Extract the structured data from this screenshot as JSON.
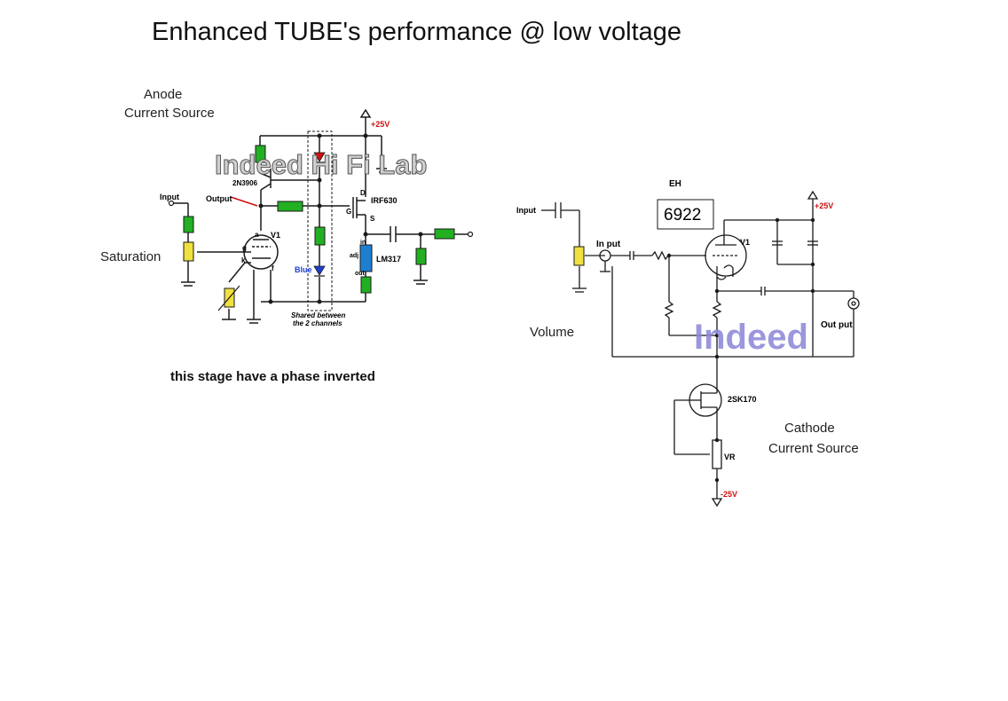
{
  "title": "Enhanced TUBE's performance @ low voltage",
  "notes": {
    "anode_line1": "Anode",
    "anode_line2": "Current Source",
    "saturation": "Saturation",
    "phase_note": "this stage have a phase inverted",
    "volume": "Volume",
    "cathode_line1": "Cathode",
    "cathode_line2": "Current Source"
  },
  "left_schematic": {
    "watermark": "Indeed Hi Fi Lab",
    "supply": "+25V",
    "input": "Input",
    "output": "Output",
    "pnp": "2N3906",
    "mosfet": "IRF630",
    "mosfet_d": "D",
    "mosfet_g": "G",
    "mosfet_s": "S",
    "tube": "V1",
    "pin_g": "g",
    "pin_a": "a",
    "pin_k": "k",
    "pin_f": "f",
    "led": "Blue",
    "regulator": "LM317",
    "reg_in": "in",
    "reg_adj": "adj",
    "reg_out": "out",
    "shared_line1": "Shared between",
    "shared_line2": "the 2 channels"
  },
  "right_schematic": {
    "eh": "EH",
    "tube_type": "6922",
    "input": "Input",
    "in_put": "In put",
    "tube": "V1",
    "supply_pos": "+25V",
    "supply_neg": "-25V",
    "out_put": "Out put",
    "jfet": "2SK170",
    "vr": "VR",
    "watermark": "Indeed"
  },
  "colors": {
    "resistor_green": "#22b022",
    "pot_yellow": "#f0e040",
    "regulator_blue": "#1e7fd0",
    "wire": "#1a1a1a",
    "red_label": "#cc1111",
    "watermark": "#8a86d8"
  }
}
